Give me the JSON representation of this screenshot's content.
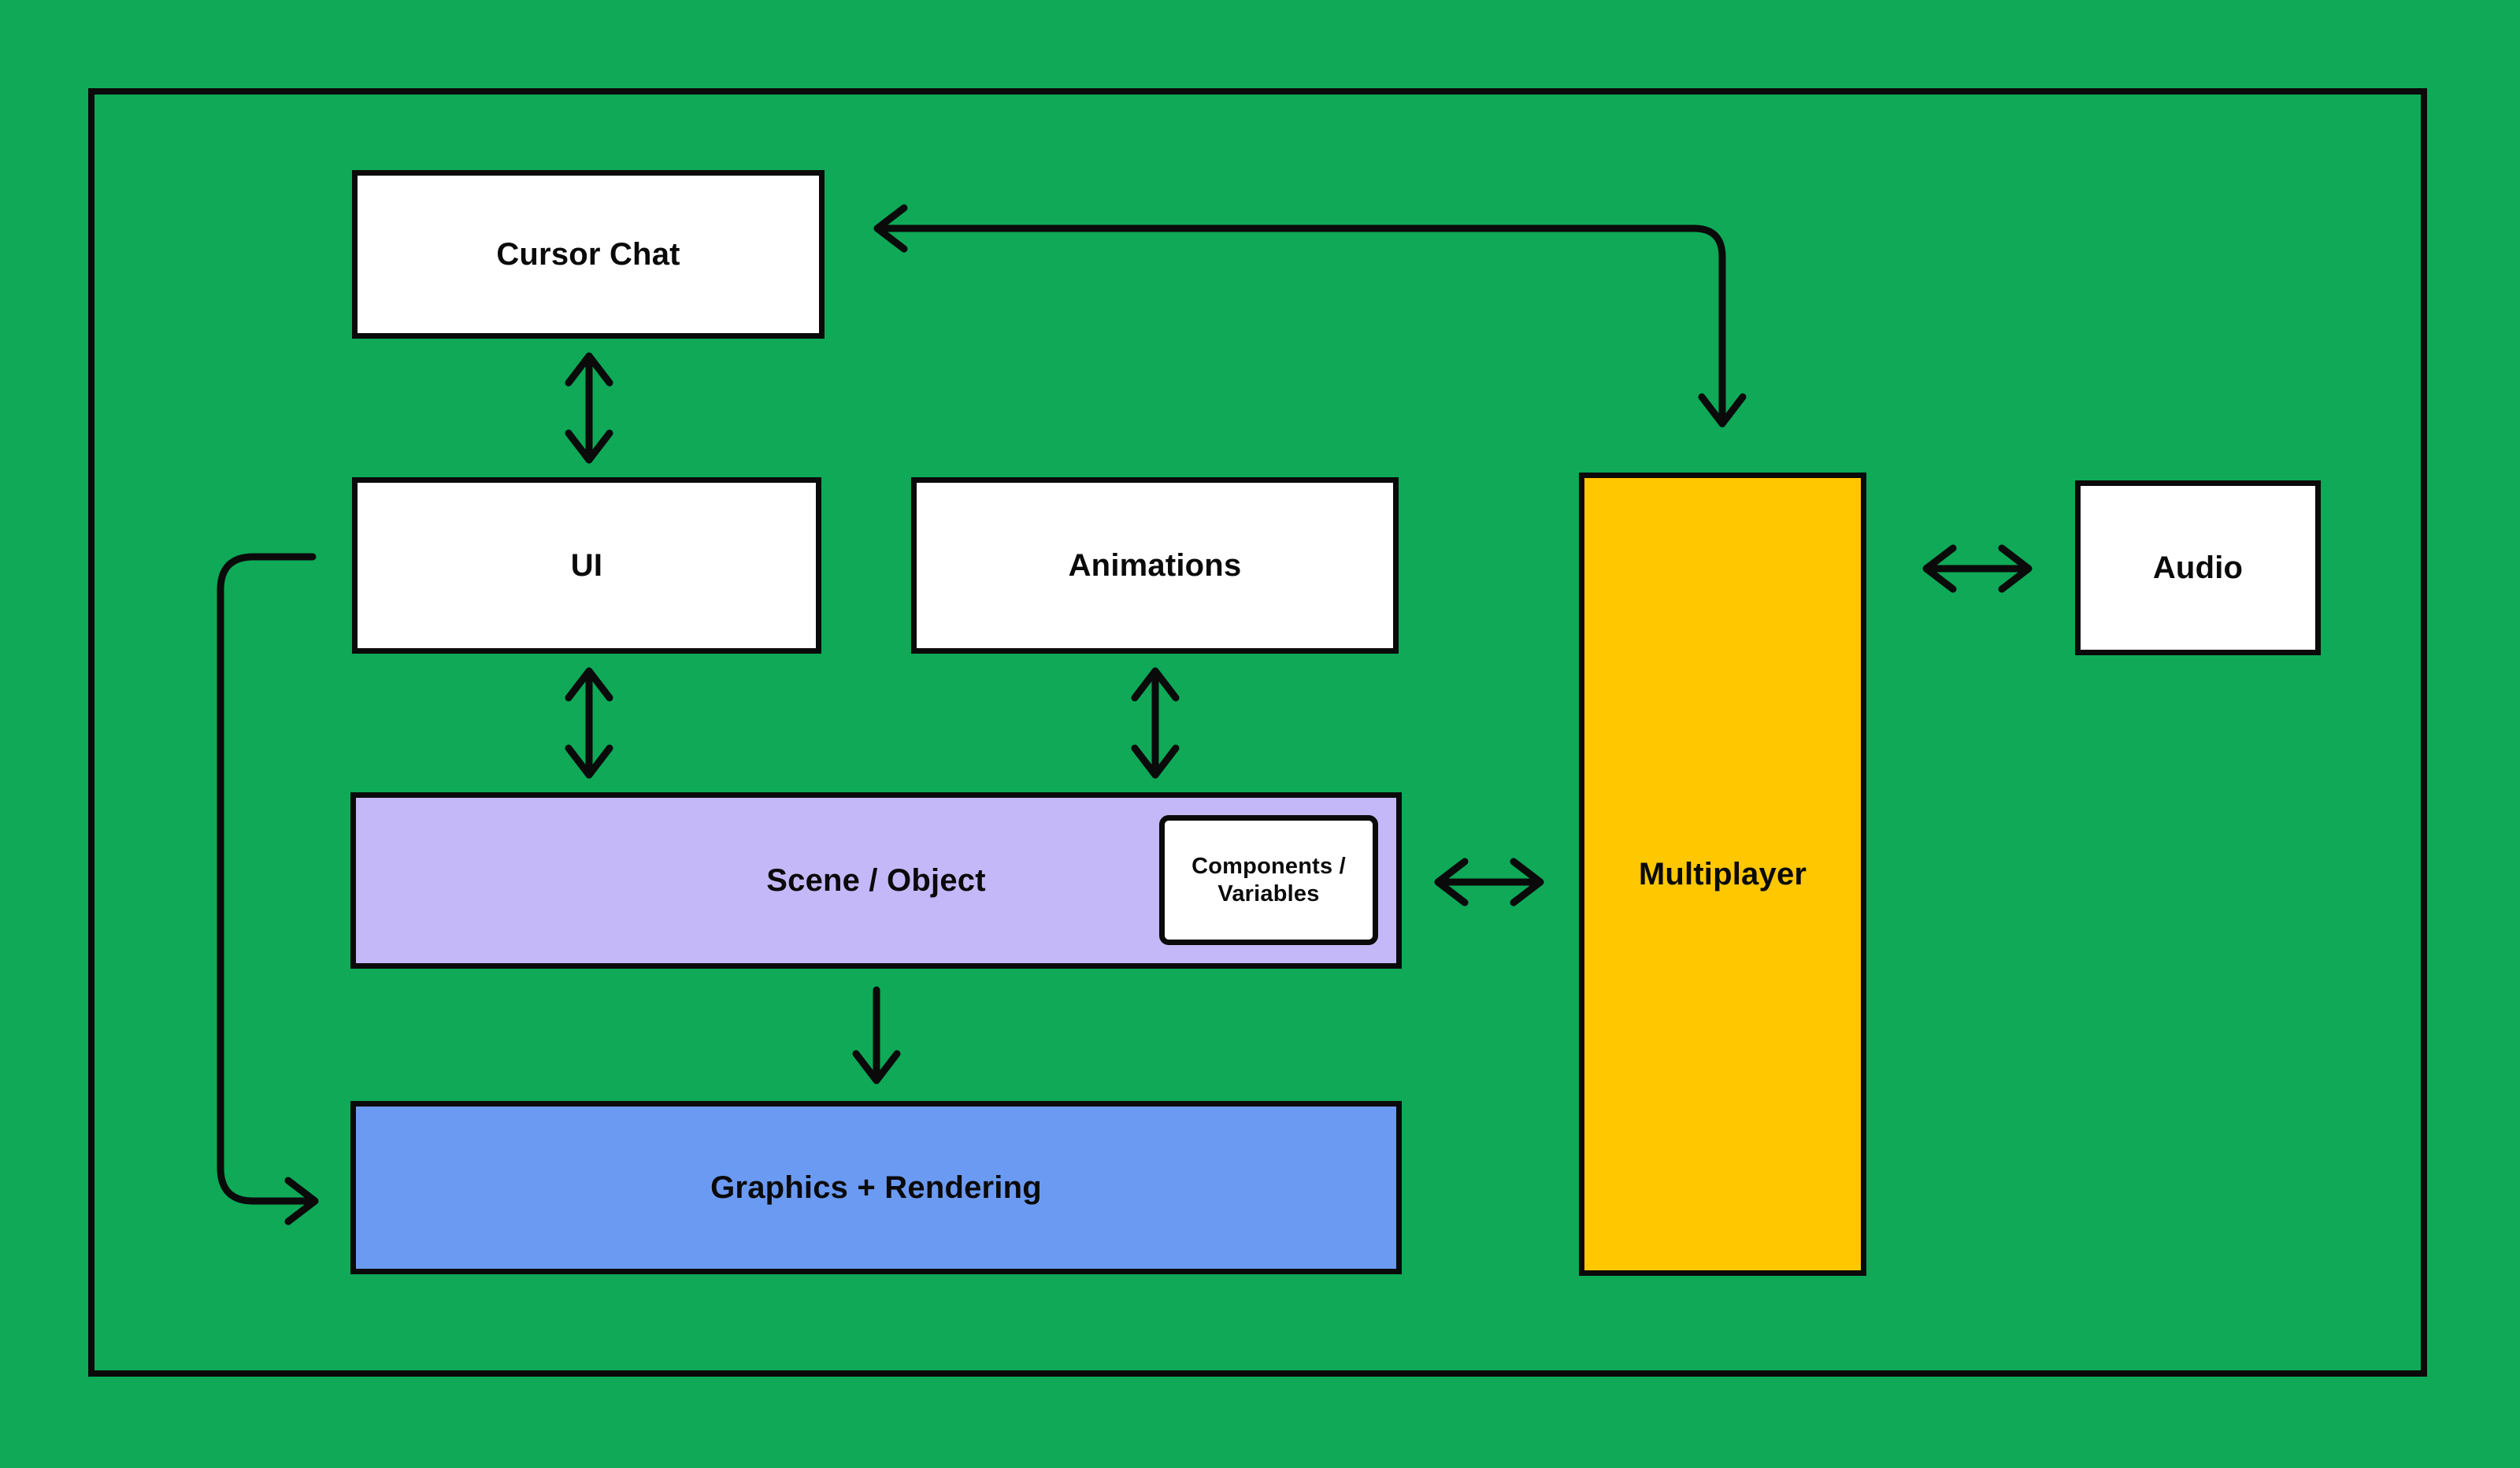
{
  "colors": {
    "background": "#0FA958",
    "ink": "#0A0A0A",
    "white": "#FFFFFF",
    "purple": "#C5B8F9",
    "blue": "#6B9AF3",
    "yellow": "#FFC700"
  },
  "nodes": {
    "cursor_chat": {
      "label": "Cursor Chat",
      "fill": "#FFFFFF"
    },
    "ui": {
      "label": "UI",
      "fill": "#FFFFFF"
    },
    "animations": {
      "label": "Animations",
      "fill": "#FFFFFF"
    },
    "scene_object": {
      "label": "Scene / Object",
      "fill": "#C5B8F9"
    },
    "components_variables": {
      "label": "Components / Variables",
      "fill": "#FFFFFF"
    },
    "graphics_rendering": {
      "label": "Graphics + Rendering",
      "fill": "#6B9AF3"
    },
    "multiplayer": {
      "label": "Multiplayer",
      "fill": "#FFC700"
    },
    "audio": {
      "label": "Audio",
      "fill": "#FFFFFF"
    }
  },
  "edges": [
    {
      "from": "cursor_chat",
      "to": "ui",
      "type": "bidirectional-vertical"
    },
    {
      "from": "ui",
      "to": "scene_object",
      "type": "bidirectional-vertical"
    },
    {
      "from": "animations",
      "to": "scene_object",
      "type": "bidirectional-vertical"
    },
    {
      "from": "scene_object",
      "to": "graphics_rendering",
      "type": "one-way-down"
    },
    {
      "from": "ui",
      "to": "graphics_rendering",
      "type": "one-way-left-hook"
    },
    {
      "from": "scene_object",
      "to": "multiplayer",
      "type": "bidirectional-horizontal"
    },
    {
      "from": "multiplayer",
      "to": "audio",
      "type": "bidirectional-horizontal"
    },
    {
      "from": "multiplayer",
      "to": "cursor_chat",
      "type": "bidirectional-bent"
    }
  ]
}
